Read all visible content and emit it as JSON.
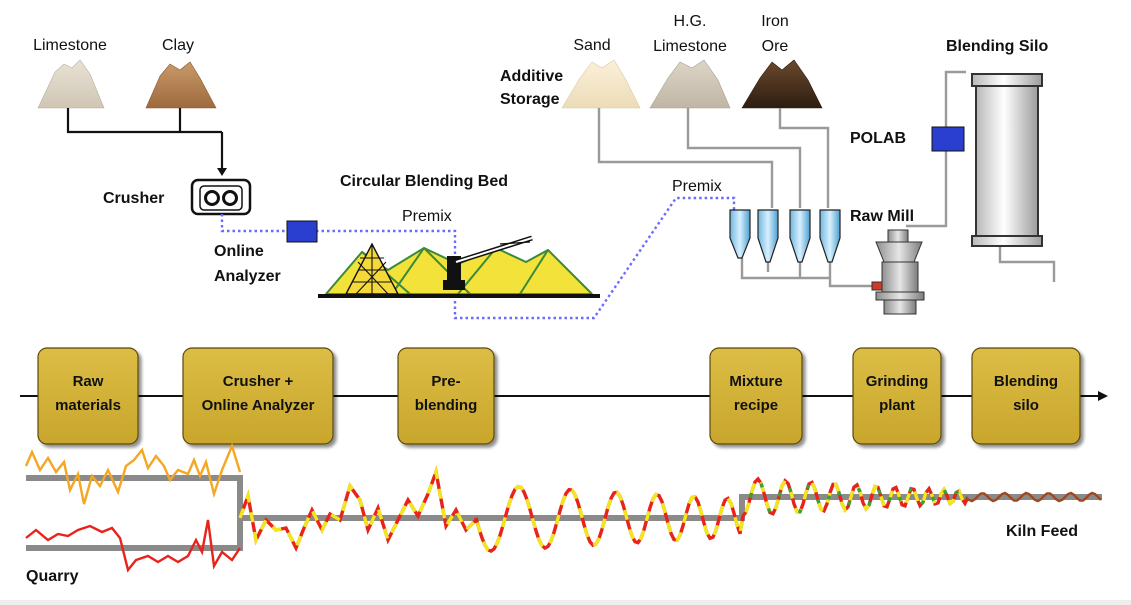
{
  "materials": {
    "limestone": "Limestone",
    "clay": "Clay",
    "sand": "Sand",
    "hg_limestone_1": "H.G.",
    "hg_limestone_2": "Limestone",
    "iron_ore_1": "Iron",
    "iron_ore_2": "Ore"
  },
  "labels": {
    "additive_storage_1": "Additive",
    "additive_storage_2": "Storage",
    "blending_silo": "Blending Silo",
    "polab": "POLAB",
    "crusher": "Crusher",
    "online_analyzer_1": "Online",
    "online_analyzer_2": "Analyzer",
    "circular_blending_bed": "Circular Blending Bed",
    "premix_left": "Premix",
    "premix_right": "Premix",
    "raw_mill": "Raw Mill",
    "kiln_feed": "Kiln Feed",
    "quarry": "Quarry"
  },
  "stages": [
    {
      "line1": "Raw",
      "line2": "materials"
    },
    {
      "line1": "Crusher +",
      "line2": "Online Analyzer"
    },
    {
      "line1": "Pre-",
      "line2": "blending"
    },
    {
      "line1": "Mixture",
      "line2": "recipe"
    },
    {
      "line1": "Grinding",
      "line2": "plant"
    },
    {
      "line1": "Blending",
      "line2": "silo"
    }
  ],
  "colors": {
    "stage_fill": "#d4b33a",
    "analyzer_blue": "#2a3fd0",
    "dotted_blue": "#6a6aff",
    "pipe_gray": "#9a9a9a",
    "baseline_gray": "#8a8a8a",
    "orange_line": "#f5a623",
    "red_line": "#e8231c",
    "yellow_dash": "#f2e61c",
    "brown_line": "#9b4a22"
  }
}
